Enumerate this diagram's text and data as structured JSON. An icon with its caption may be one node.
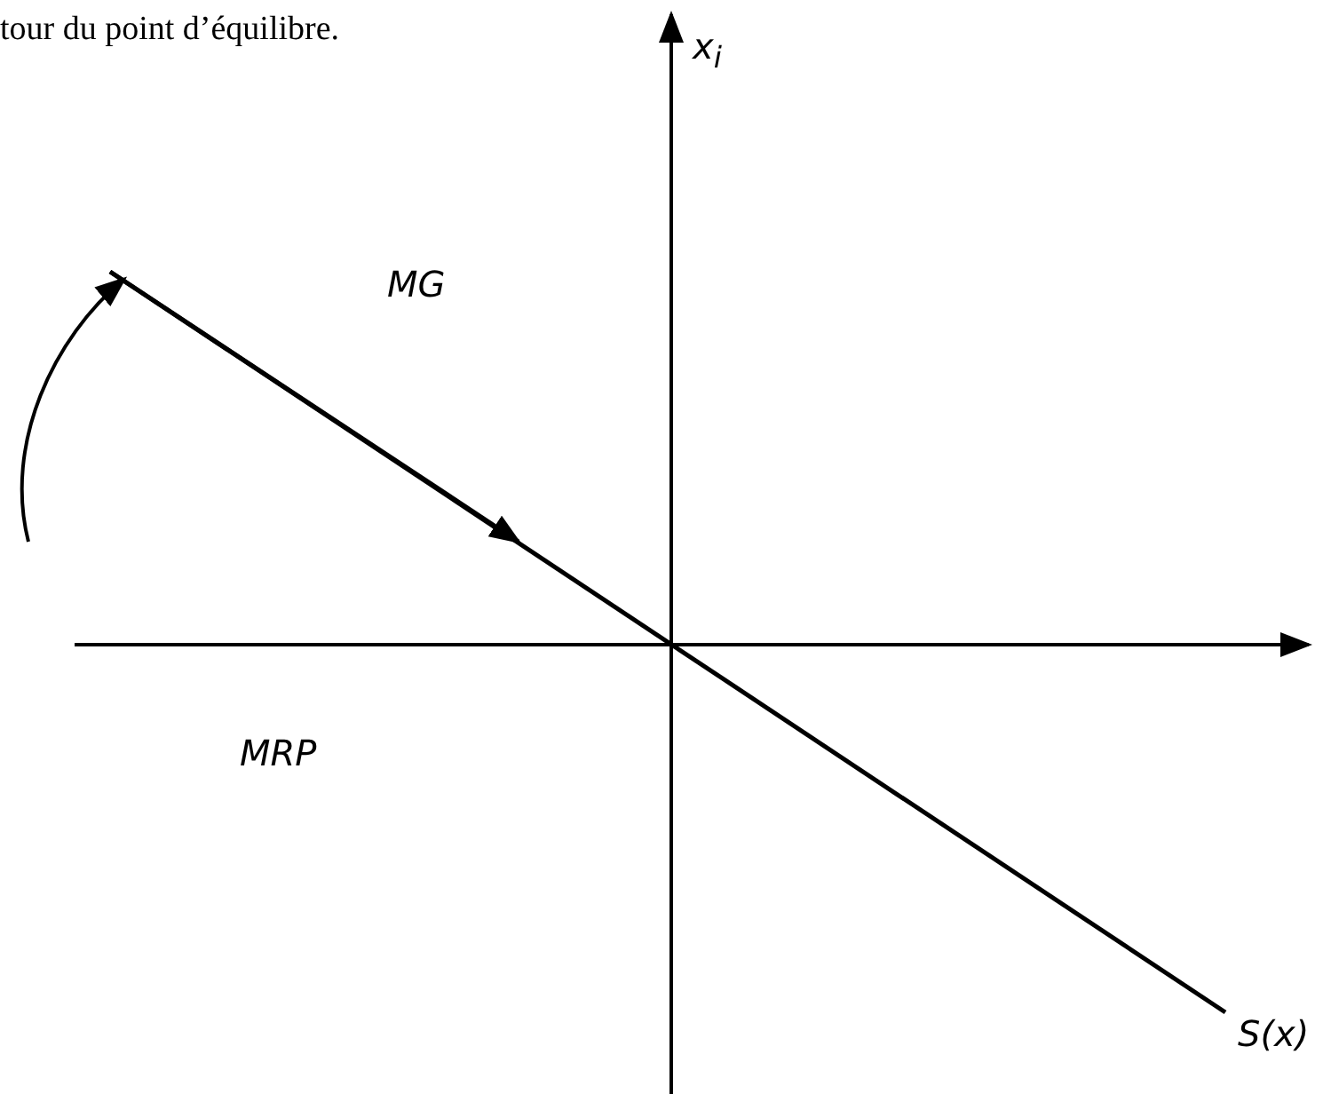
{
  "diagram": {
    "labels": [
      "tour du point d’équilibre.",
      "x$_{i}$",
      "MG",
      "MRP",
      "S(x)"
    ]
  }
}
